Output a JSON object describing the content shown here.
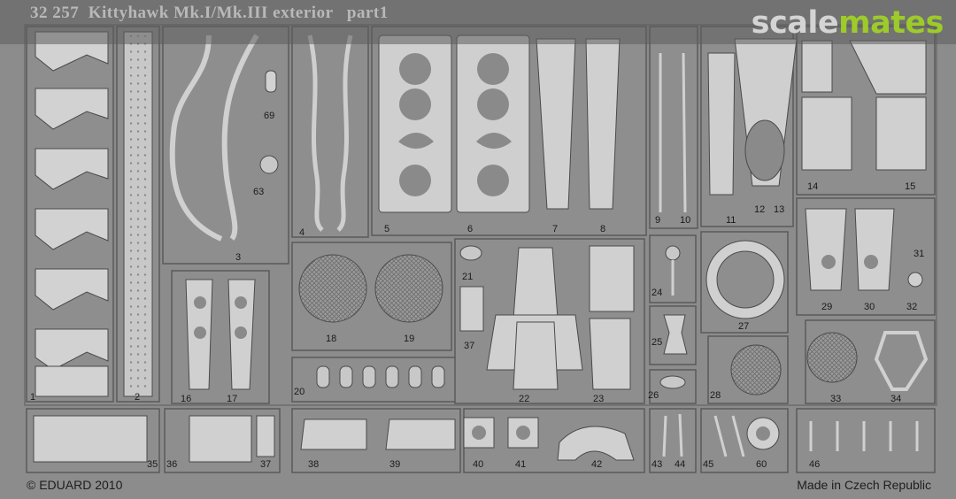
{
  "sheet": {
    "title": "32 257  Kittyhawk Mk.I/Mk.III exterior   part1",
    "copyright": "© EDUARD 2010",
    "origin": "Made in Czech Republic",
    "watermark": {
      "part1": "scale",
      "part2": "mates",
      "part1_color": "#d4d4d4",
      "part2_color": "#9ccb2a"
    },
    "part_numbers": [
      "1",
      "2",
      "3",
      "4",
      "5",
      "6",
      "7",
      "8",
      "9",
      "10",
      "11",
      "12",
      "13",
      "14",
      "15",
      "16",
      "17",
      "18",
      "19",
      "20",
      "21",
      "22",
      "23",
      "24",
      "25",
      "26",
      "27",
      "28",
      "29",
      "30",
      "31",
      "32",
      "33",
      "34",
      "35",
      "36",
      "37",
      "37",
      "38",
      "39",
      "40",
      "41",
      "42",
      "43",
      "44",
      "45",
      "46",
      "60",
      "63",
      "69"
    ]
  }
}
